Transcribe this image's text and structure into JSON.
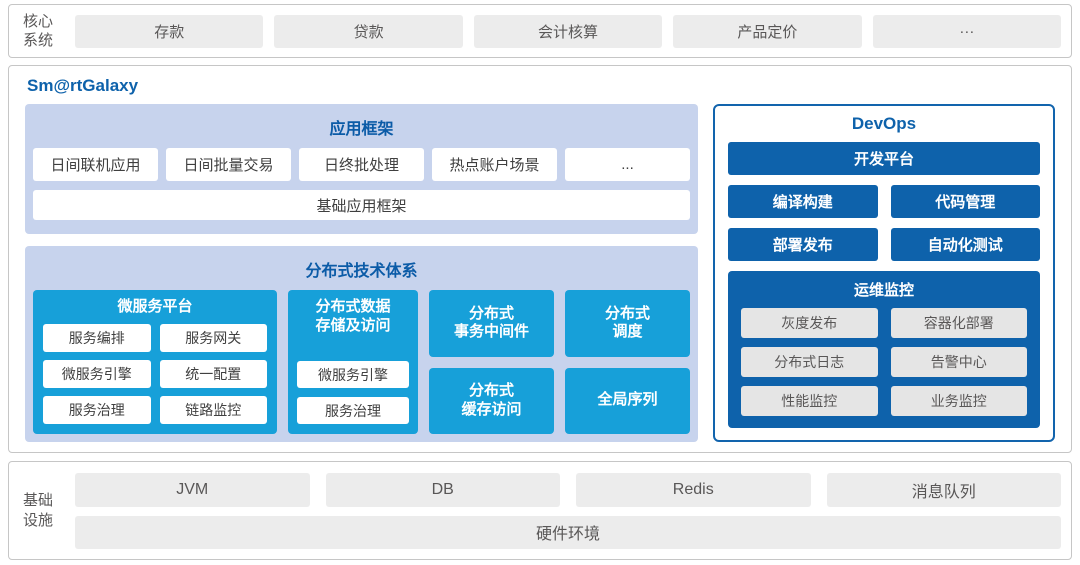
{
  "colors": {
    "accent_cyan": "#17a0d9",
    "accent_dark_blue": "#0e62ab",
    "panel_lavender": "#c7d3ed",
    "title_blue": "#0b5ba7",
    "gray_box": "#ececec",
    "border_gray": "#c6c6c6"
  },
  "core_systems": {
    "label_line1": "核心",
    "label_line2": "系统",
    "items": [
      "存款",
      "贷款",
      "会计核算",
      "产品定价",
      "···"
    ]
  },
  "smartgalaxy": {
    "title": "Sm@rtGalaxy",
    "app_framework": {
      "title": "应用框架",
      "items": [
        "日间联机应用",
        "日间批量交易",
        "日终批处理",
        "热点账户场景",
        "..."
      ],
      "base": "基础应用框架"
    },
    "distributed": {
      "title": "分布式技术体系",
      "microservice_platform": {
        "title": "微服务平台",
        "items": [
          "服务编排",
          "服务网关",
          "微服务引擎",
          "统一配置",
          "服务治理",
          "链路监控"
        ]
      },
      "data_storage": {
        "title_line1": "分布式数据",
        "title_line2": "存储及访问",
        "items": [
          "微服务引擎",
          "服务治理"
        ]
      },
      "transaction_mw": {
        "line1": "分布式",
        "line2": "事务中间件"
      },
      "scheduler": {
        "line1": "分布式",
        "line2": "调度"
      },
      "cache": {
        "line1": "分布式",
        "line2": "缓存访问"
      },
      "global_sequence": "全局序列"
    },
    "devops": {
      "title": "DevOps",
      "dev_platform": "开发平台",
      "tools": [
        "编译构建",
        "代码管理",
        "部署发布",
        "自动化测试"
      ],
      "ops_monitor": {
        "title": "运维监控",
        "items": [
          "灰度发布",
          "容器化部署",
          "分布式日志",
          "告警中心",
          "性能监控",
          "业务监控"
        ]
      }
    }
  },
  "infrastructure": {
    "label_line1": "基础",
    "label_line2": "设施",
    "items": [
      "JVM",
      "DB",
      "Redis",
      "消息队列"
    ],
    "base": "硬件环境"
  }
}
